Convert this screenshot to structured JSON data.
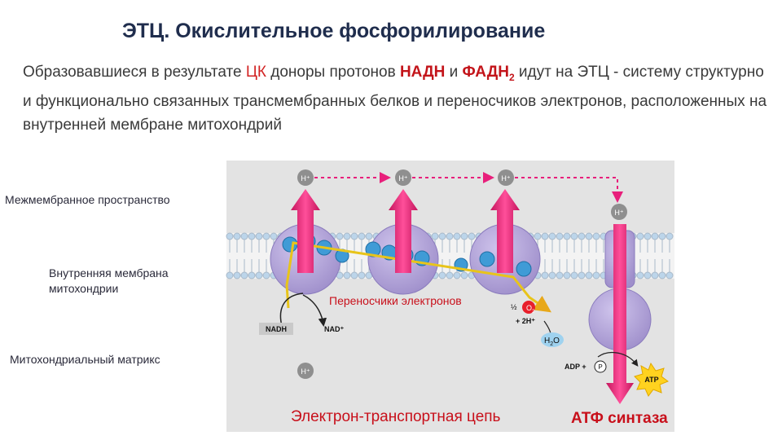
{
  "title": "ЭТЦ. Окислительное фосфорилирование",
  "intro": {
    "p1": "Образовавшиеся в результате ",
    "ck": "ЦК",
    "p2": " доноры протонов ",
    "nadh": "НАДН",
    "p3": " и ",
    "fadh": "ФАДН",
    "fadh_sub": "2",
    "p4": " идут на ЭТЦ - систему структурно и функционально связанных трансмембранных белков и переносчиков электронов, расположенных на внутренней мембране митохондрий"
  },
  "labels": {
    "intermembrane": "Межмембранное пространство",
    "inner_line1": "Внутренняя мембрана",
    "inner_line2": "митохондрии",
    "matrix": "Митохондриальный матрикс"
  },
  "diagram": {
    "h_plus": "H⁺",
    "carriers": "Переносчики электронов",
    "nadh": "NADH",
    "nad": "NAD⁺",
    "half": "½",
    "o2": "O",
    "o2_sub": "2",
    "two_h": "+ 2H⁺",
    "h2o_h": "H",
    "h2o_sub": "2",
    "h2o_o": "O",
    "adp": "ADP +",
    "p": "P",
    "atp": "ATP"
  },
  "captions": {
    "etc": "Электрон-транспортная цепь",
    "atp_synthase": "АТФ синтаза"
  },
  "colors": {
    "panel": "#e3e3e3",
    "protein": "#b6a7d9",
    "carrier": "#3f9bd6",
    "arrow": "#e81f7b",
    "electron_path": "#e8c41a",
    "caption": "#c8101b",
    "atp": "#ffd21f"
  }
}
